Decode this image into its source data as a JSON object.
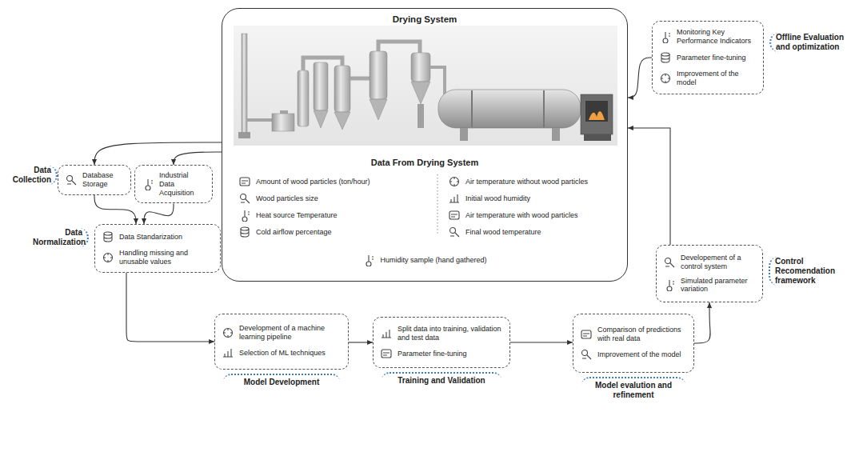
{
  "diagram": {
    "nodes": [
      {
        "text": [
          "Drying System",
          "Data From Drying System",
          "Amount of wood particles (ton/hour)",
          "Wood particles size",
          "Heat source Temperature",
          "Cold airflow percentage",
          "Air temperature without wood particles",
          "Initial wood humidity",
          "Air temperature with wood particles",
          "Final wood temperature",
          "Humidity sample (hand gathered)"
        ]
      },
      {
        "text": [
          "Database Storage"
        ]
      },
      {
        "text": [
          "Industrial Data Acquisition"
        ]
      },
      {
        "text": [
          "Data Standarization",
          "Handling missing and unusable values",
          "Data Normalization"
        ]
      },
      {
        "text": [
          "Development of a machine learning pipeline",
          "Selection of ML techniques",
          "Model Development"
        ]
      },
      {
        "text": [
          "Split data into training, validation and test data",
          "Parameter fine-tuning",
          "Training and Validation"
        ]
      },
      {
        "text": [
          "Comparison of predictions with real data",
          "Improvement of the model",
          "Model evalution and refinement"
        ]
      },
      {
        "text": [
          "Developement of a control system",
          "Simulated parameter variation",
          "Control Recomendation framework"
        ]
      },
      {
        "text": [
          "Monitoring Key Performance Indicators",
          "Parameter fine-tuning",
          "Improvement of the model",
          "Offline Evaluation and optimization"
        ]
      }
    ],
    "edges": [
      {
        "from": 0,
        "to": 1,
        "arrow": "to"
      },
      {
        "from": 0,
        "to": 2,
        "arrow": "to"
      },
      {
        "from": 1,
        "to": 3,
        "arrow": "to"
      },
      {
        "from": 2,
        "to": 3,
        "arrow": "to"
      },
      {
        "from": 3,
        "to": 4,
        "arrow": "to"
      },
      {
        "from": 4,
        "to": 5,
        "arrow": "to"
      },
      {
        "from": 5,
        "to": 6,
        "arrow": "to"
      },
      {
        "from": 6,
        "to": 7,
        "arrow": "to"
      },
      {
        "from": 7,
        "to": 0,
        "arrow": "to"
      },
      {
        "from": 8,
        "to": 0,
        "arrow": "to"
      }
    ],
    "labels": [
      "Data Collection"
    ]
  }
}
